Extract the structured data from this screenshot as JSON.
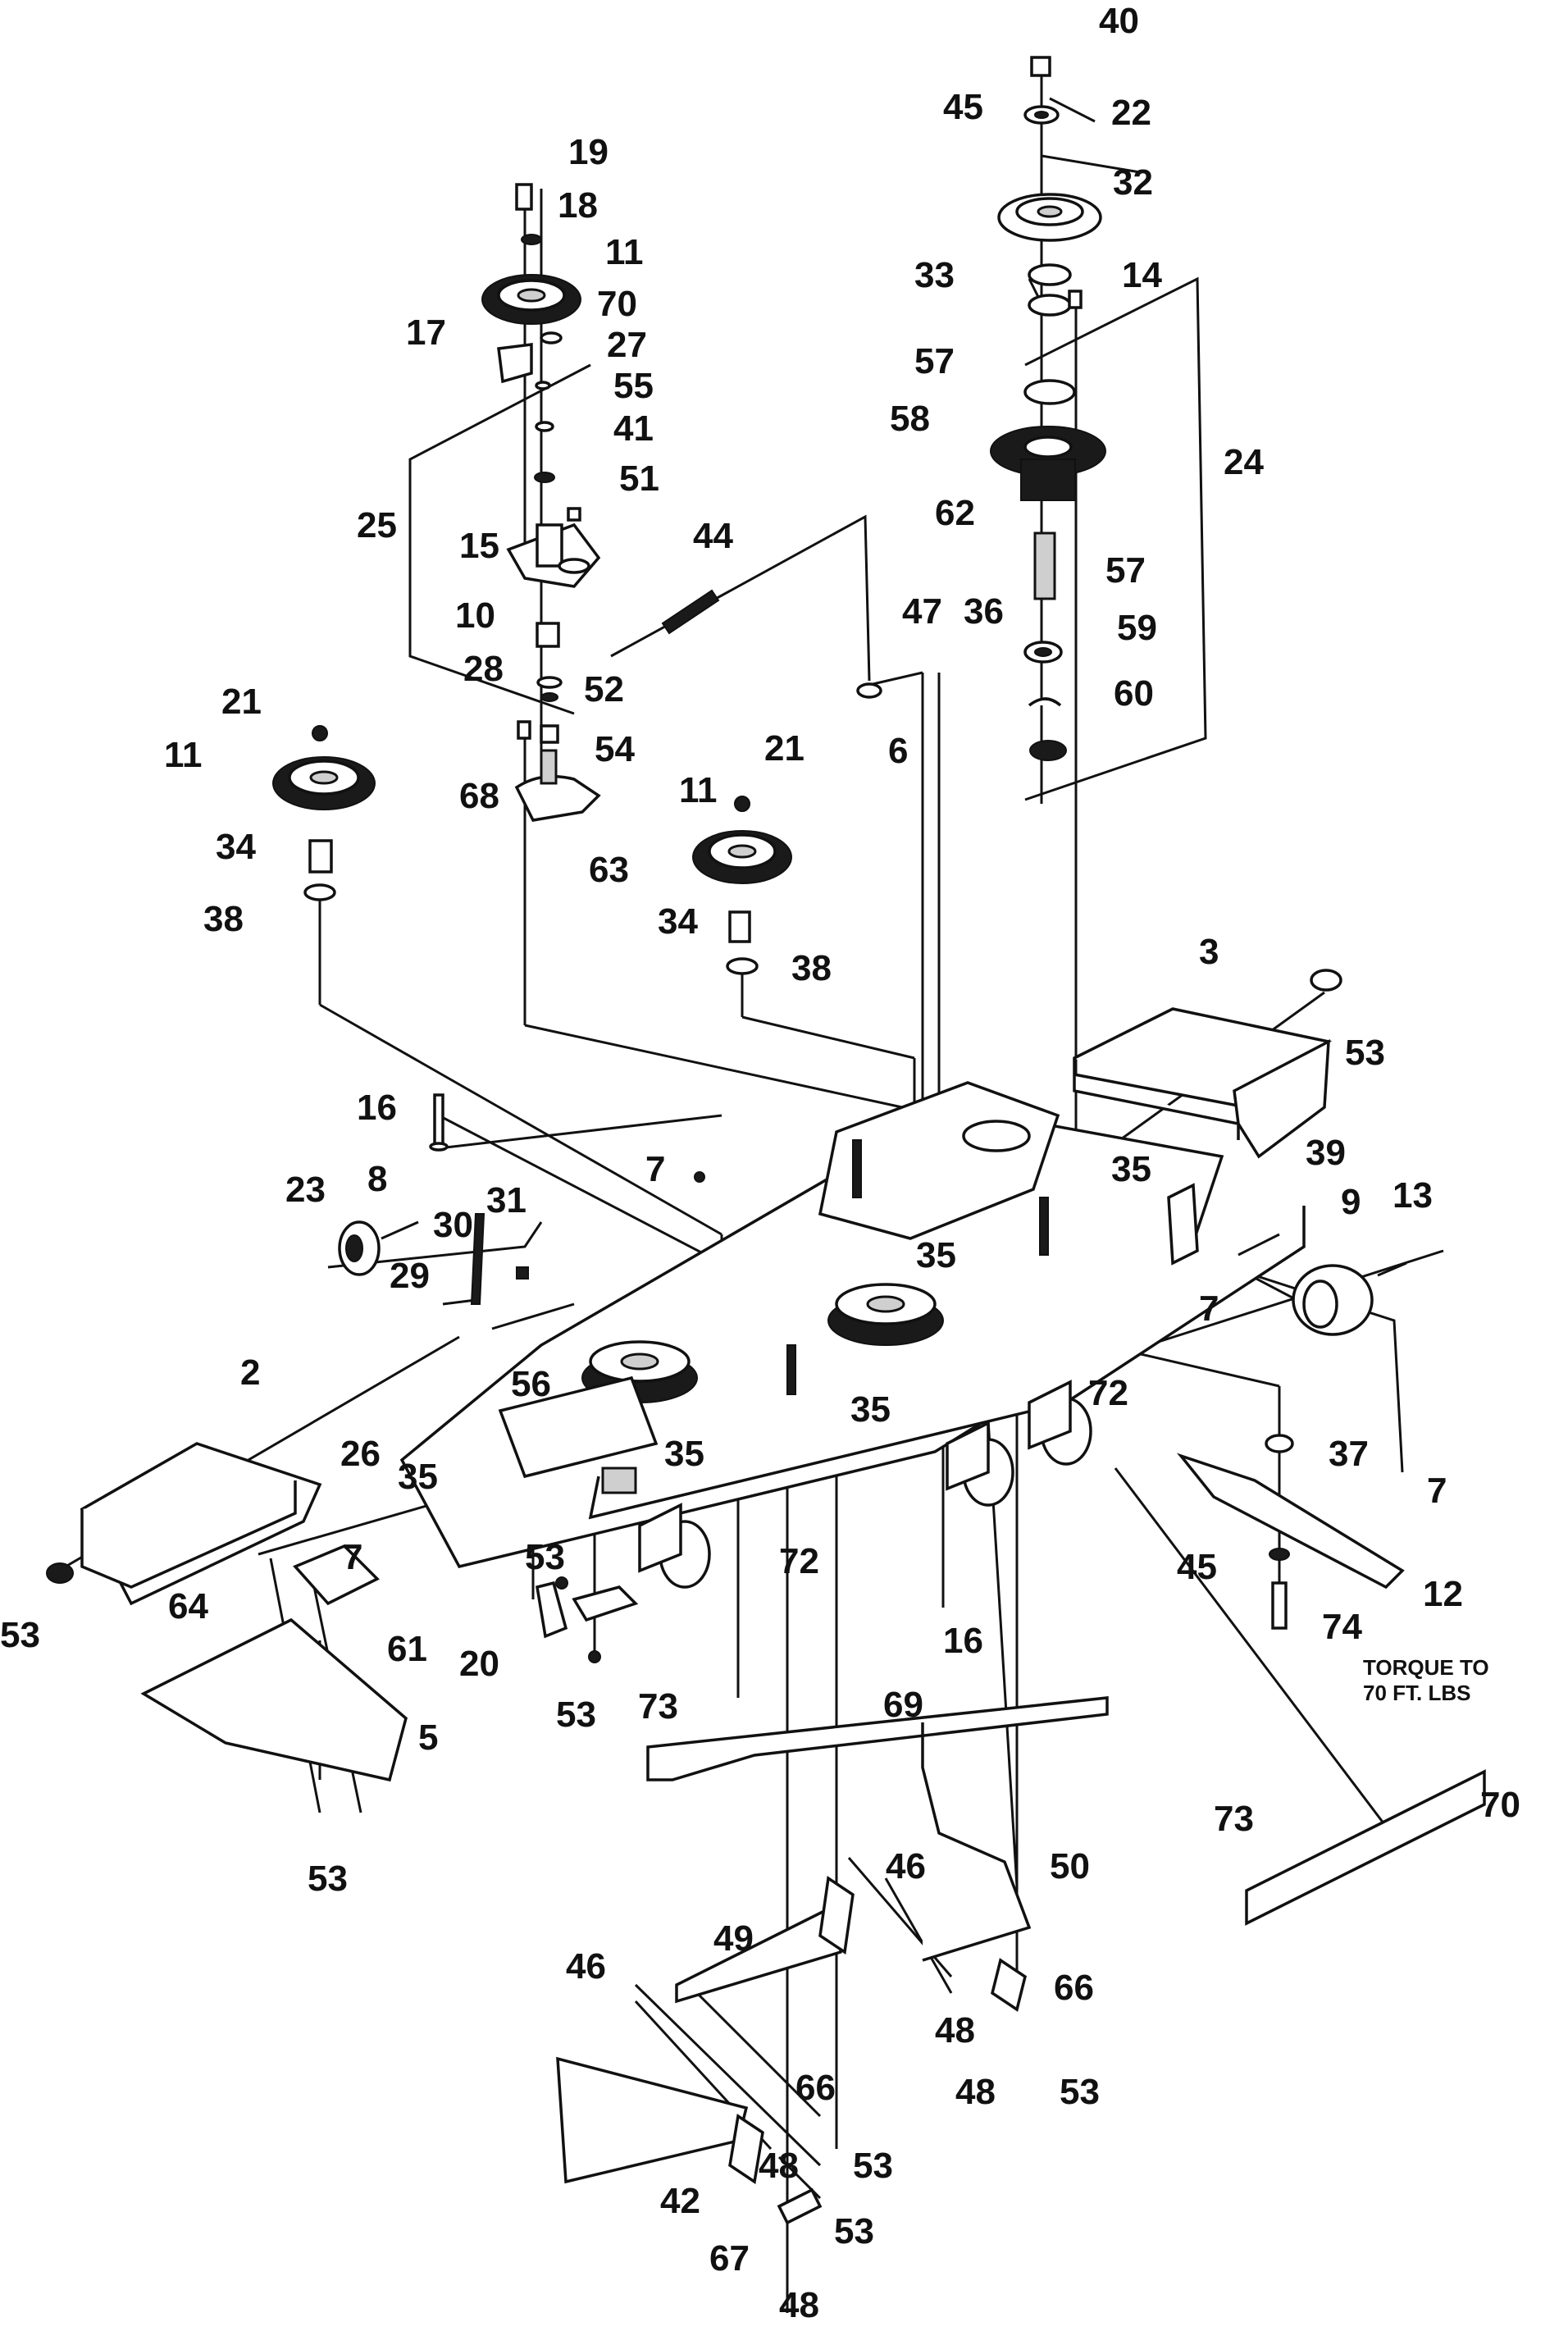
{
  "labels": [
    "40",
    "45",
    "22",
    "32",
    "33",
    "14",
    "19",
    "18",
    "11",
    "70",
    "17",
    "27",
    "55",
    "57",
    "58",
    "41",
    "51",
    "25",
    "15",
    "44",
    "62",
    "24",
    "10",
    "47",
    "36",
    "57",
    "59",
    "28",
    "52",
    "21",
    "54",
    "6",
    "60",
    "11",
    "68",
    "63",
    "21",
    "11",
    "34",
    "34",
    "38",
    "38",
    "3",
    "53",
    "16",
    "7",
    "35",
    "39",
    "23",
    "8",
    "31",
    "9",
    "13",
    "30",
    "35",
    "29",
    "7",
    "2",
    "56",
    "35",
    "72",
    "26",
    "35",
    "35",
    "37",
    "7",
    "53",
    "64",
    "7",
    "53",
    "72",
    "16",
    "45",
    "12",
    "61",
    "20",
    "74",
    "53",
    "5",
    "73",
    "69",
    "73",
    "70",
    "53",
    "46",
    "50",
    "49",
    "46",
    "48",
    "66",
    "48",
    "53",
    "66",
    "53",
    "48",
    "42",
    "53",
    "67",
    "48"
  ],
  "note_line1": "TORQUE TO",
  "note_line2": "70 FT. LBS"
}
